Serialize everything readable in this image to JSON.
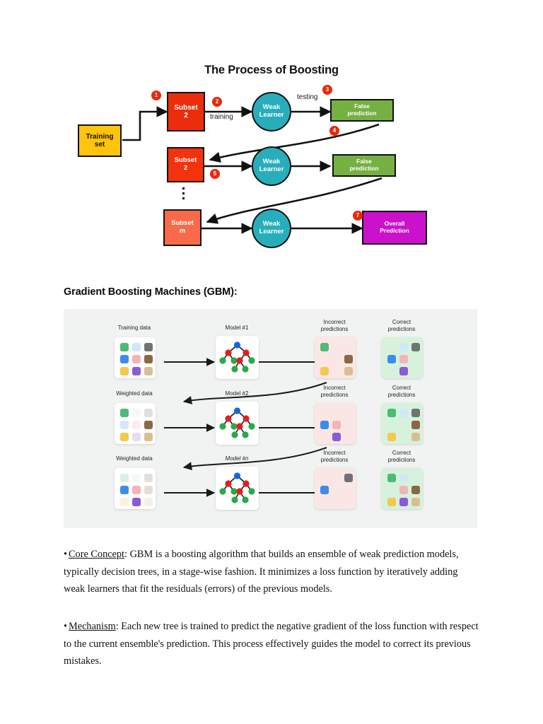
{
  "boosting": {
    "title": "The Process of Boosting",
    "nodes": {
      "training_set": "Training\nset",
      "subset_1": "Subset\n2",
      "subset_2": "Subset\n2",
      "subset_m": "Subset\nm",
      "weak_learner_1": "Weak\nLearner",
      "weak_learner_2": "Weak\nLearner",
      "weak_learner_3": "Weak\nLearner",
      "false_prediction_1": "False\nprediction",
      "false_prediction_2": "False\nprediction",
      "overall_prediction": "Overall\nPrediction"
    },
    "edge_labels": {
      "training": "training",
      "testing": "testing"
    },
    "steps": [
      "1",
      "2",
      "3",
      "4",
      "5",
      "7"
    ],
    "colors": {
      "training_set": "#FFC40C",
      "subset_strong": "#EC2D0B",
      "subset_light": "#FA6A48",
      "weak_learner": "#28AEBB",
      "false_prediction": "#76B043",
      "overall_prediction": "#CC11CC",
      "step_badge": "#E8290B"
    }
  },
  "gbm_heading": "Gradient Boosting Machines (GBM):",
  "gbm_diagram": {
    "panel_background": "#f1f2f2",
    "palette": {
      "green": "#4CBB73",
      "lightblue": "#CFE8F7",
      "gray": "#6E7275",
      "blue": "#3C8CEA",
      "pink": "#F5B3B8",
      "brown": "#8A6843",
      "yellow": "#F5C94B",
      "purple": "#8B5BD6",
      "tan": "#D9BE95"
    },
    "rows": [
      {
        "data_label": "Training data",
        "model_label": "Model #1",
        "model_italic": false,
        "incorrect_label": "Incorrect\npredictions",
        "correct_label": "Correct\npredictions",
        "data_cells": [
          "green",
          "lightblue",
          "gray",
          "blue",
          "pink",
          "brown",
          "yellow",
          "purple",
          "tan"
        ],
        "data_faded": [
          false,
          false,
          false,
          false,
          false,
          false,
          false,
          false,
          false
        ],
        "incorrect_cells": [
          "green",
          null,
          null,
          null,
          null,
          "brown",
          "yellow",
          null,
          "tan"
        ],
        "correct_cells": [
          null,
          "lightblue",
          "gray",
          "blue",
          "pink",
          null,
          null,
          "purple",
          null
        ]
      },
      {
        "data_label": "Weighted data",
        "model_label": "Model #2",
        "model_italic": false,
        "incorrect_label": "Incorrect\npredictions",
        "correct_label": "Correct\npredictions",
        "data_cells": [
          "green",
          "lightblue",
          "gray",
          "blue",
          "pink",
          "brown",
          "yellow",
          "purple",
          "tan"
        ],
        "data_faded": [
          false,
          true,
          true,
          true,
          true,
          false,
          false,
          true,
          false
        ],
        "incorrect_cells": [
          null,
          null,
          null,
          "blue",
          "pink",
          null,
          null,
          "purple",
          null
        ],
        "correct_cells": [
          "green",
          "lightblue",
          "gray",
          null,
          null,
          "brown",
          "yellow",
          null,
          "tan"
        ]
      },
      {
        "data_label": "Weighted data",
        "model_label": "Model #n",
        "model_italic": true,
        "incorrect_label": "Incorrect\npredictions",
        "correct_label": "Correct\npredictions",
        "data_cells": [
          "green",
          "lightblue",
          "gray",
          "blue",
          "pink",
          "brown",
          "yellow",
          "purple",
          "tan"
        ],
        "data_faded": [
          true,
          true,
          true,
          false,
          false,
          true,
          true,
          false,
          true
        ],
        "incorrect_cells": [
          null,
          null,
          "gray",
          "blue",
          null,
          null,
          null,
          null,
          null
        ],
        "correct_cells": [
          "green",
          "lightblue",
          null,
          null,
          "pink",
          "brown",
          "yellow",
          "purple",
          "tan"
        ]
      }
    ]
  },
  "body": {
    "core_concept": {
      "bullet": "•",
      "lead": "Core Concept",
      "text": ": GBM is a boosting algorithm that builds an ensemble of weak prediction models, typically decision trees, in a stage-wise fashion. It minimizes a loss function by iteratively adding weak learners that fit the residuals (errors) of the previous models."
    },
    "mechanism": {
      "bullet": "•",
      "lead": "Mechanism",
      "text": ": Each new tree is trained to predict the negative gradient of the loss function with respect to the current ensemble's prediction. This process effectively guides the model to correct its previous mistakes."
    }
  }
}
